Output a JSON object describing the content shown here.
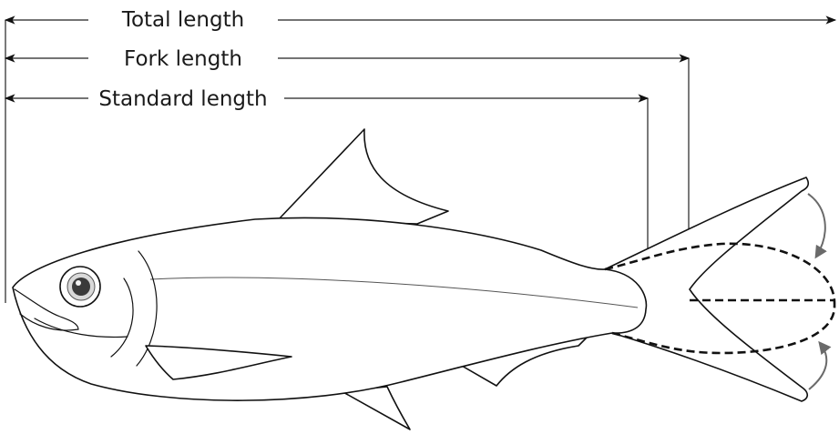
{
  "labels": {
    "total_length": "Total length",
    "fork_length": "Fork length",
    "standard_length": "Standard length"
  },
  "colors": {
    "line": "#222222",
    "outline": "#111111",
    "fin_arrow": "#6a6a6a",
    "background": "#ffffff"
  }
}
